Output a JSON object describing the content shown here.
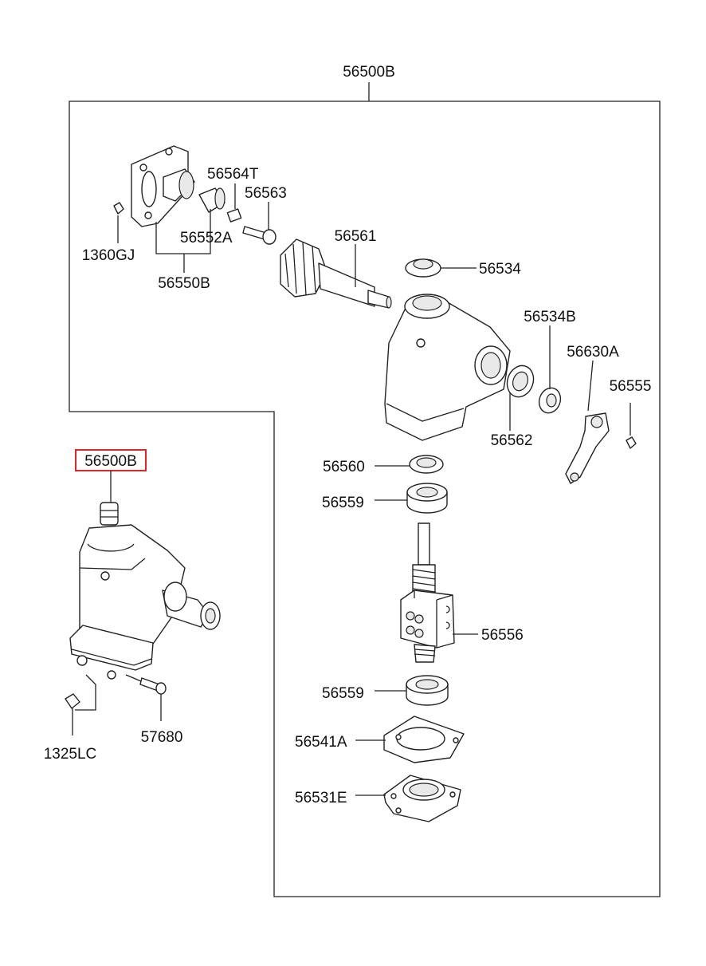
{
  "assembly_label": "56500B",
  "highlighted_label": "56500B",
  "highlight_color": "#e3242b",
  "labels": {
    "p1360GJ": "1360GJ",
    "p56550B": "56550B",
    "p56552A": "56552A",
    "p56564T": "56564T",
    "p56563": "56563",
    "p56561": "56561",
    "p56534": "56534",
    "p56534B": "56534B",
    "p56630A": "56630A",
    "p56555": "56555",
    "p56562": "56562",
    "p56560": "56560",
    "p56559a": "56559",
    "p56556": "56556",
    "p56559b": "56559",
    "p56541A": "56541A",
    "p56531E": "56531E",
    "p1325LC": "1325LC",
    "p57680": "57680"
  }
}
